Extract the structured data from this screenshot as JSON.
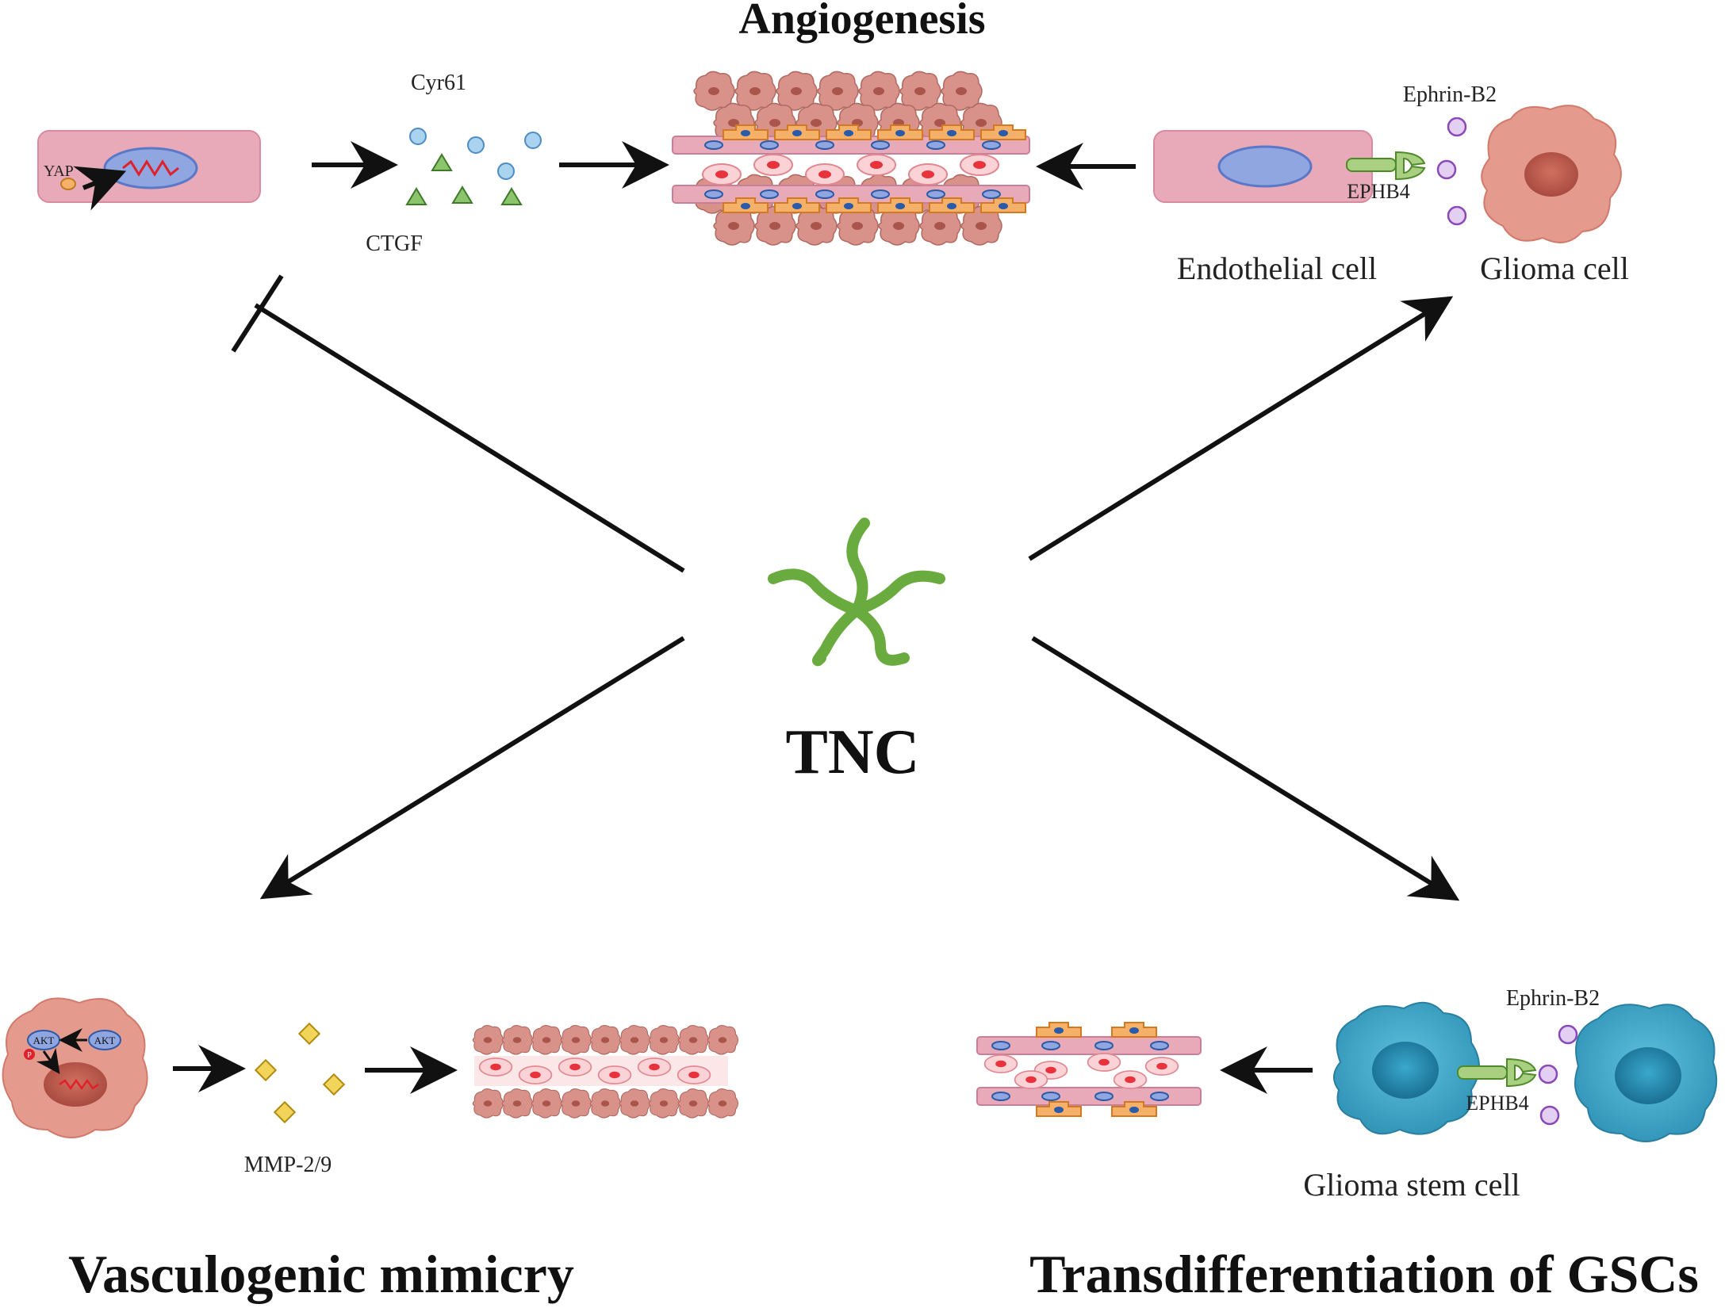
{
  "headings": {
    "angiogenesis": "Angiogenesis",
    "vasculogenic_mimicry": "Vasculogenic mimicry",
    "transdifferentiation": "Transdifferentiation of GSCs"
  },
  "center": {
    "label": "TNC"
  },
  "labels": {
    "yap": "YAP",
    "cyr61": "Cyr61",
    "ctgf": "CTGF",
    "ephrin_b2_top": "Ephrin-B2",
    "ephb4_top": "EPHB4",
    "endothelial_cell": "Endothelial cell",
    "glioma_cell": "Glioma cell",
    "akt_left": "AKT",
    "akt_right": "AKT",
    "p": "P",
    "mmp": "MMP-2/9",
    "ephrin_b2_bottom": "Ephrin-B2",
    "ephb4_bottom": "EPHB4",
    "glioma_stem_cell": "Glioma stem cell"
  },
  "colors": {
    "endothelial_fill": "#e8a9b8",
    "nucleus_blue": "#8fa6e0",
    "dna_red": "#e0202a",
    "glioma_fill": "#e49a8c",
    "glioma_nucleus": "#b8564c",
    "tumor_cell": "#d9928a",
    "rbc": "#f07a80",
    "pericyte": "#f5b06a",
    "tnc_green": "#6aab3f",
    "gsc_blue": "#3ca6c8",
    "cyr61": "#a9d3ee",
    "ctgf": "#8cc46c",
    "ephrin": "#c9a0e0",
    "mmp": "#f2d45a"
  }
}
